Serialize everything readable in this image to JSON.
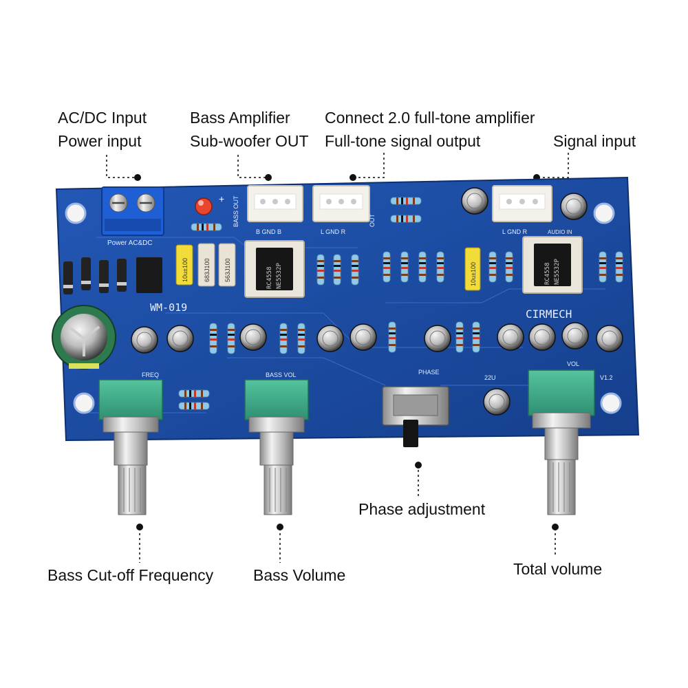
{
  "callouts": {
    "power": [
      "AC/DC Input",
      "Power input"
    ],
    "bass_out": [
      "Bass Amplifier",
      "Sub-woofer OUT"
    ],
    "full_tone": [
      "Connect 2.0 full-tone amplifier",
      "Full-tone signal output"
    ],
    "signal_in": "Signal input",
    "phase": "Phase adjustment",
    "freq": "Bass Cut-off Frequency",
    "bass_vol": "Bass Volume",
    "total_vol": "Total volume"
  },
  "board": {
    "model": "WM-019",
    "brand": "CIRMECH",
    "version": "V1.2",
    "silk_power": "Power AC&DC",
    "silk_bass_out": "BASS OUT",
    "silk_bgndb": "B  GND  B",
    "silk_lgndr_mid": "L  GND  R",
    "silk_out": "OUT",
    "silk_lgndr_right": "L  GND  R",
    "silk_audio_in": "AUDIO IN",
    "silk_freq": "FREQ",
    "silk_bass_vol": "BASS VOL",
    "silk_phase": "PHASE",
    "silk_22u": "22U",
    "silk_vol": "VOL",
    "chip_label_1": "RC4558",
    "chip_label_2": "NE5532P",
    "cap_labels": [
      "10u±100",
      "683J100",
      "563J100",
      "10u±100"
    ]
  },
  "colors": {
    "pcb": "#1b4fa8",
    "pcb_dark": "#153f8c",
    "terminal": "#1f5fd6",
    "connector": "#f4f1ea",
    "pot_body": "#3fae8c",
    "resistor": "#8ec9e8"
  }
}
